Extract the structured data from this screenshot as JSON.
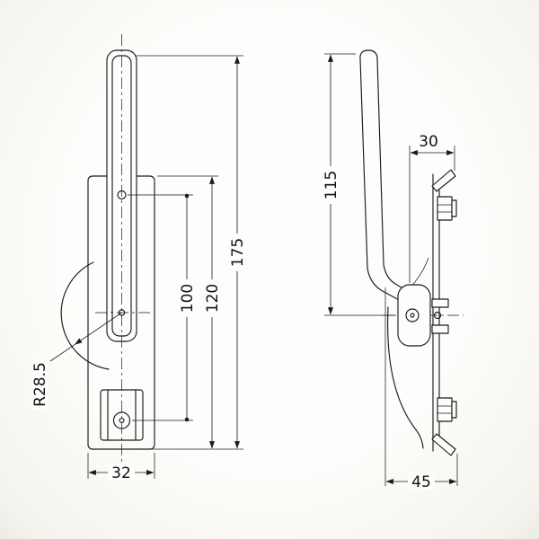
{
  "drawing": {
    "type": "technical-dimension-drawing",
    "subject": "crescent window sash lock, front and side orthographic views",
    "colors": {
      "background": "#fdfdfb",
      "line": "#1b1b1b",
      "text": "#111111"
    },
    "front_view": {
      "dimensions": {
        "overall_height": "175",
        "plate_height": "120",
        "hole_pitch": "100",
        "plate_width": "32",
        "handle_radius": "R28.5"
      }
    },
    "side_view": {
      "dimensions": {
        "handle_height": "115",
        "head_depth": "30",
        "overall_depth": "45"
      }
    }
  }
}
